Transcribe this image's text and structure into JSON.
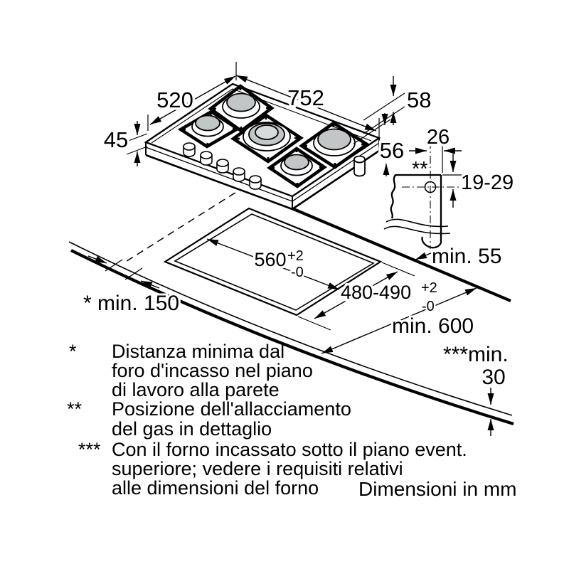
{
  "diagram": {
    "hob_dims": {
      "width": "752",
      "depth": "520",
      "height": "45",
      "edge_upper": "58",
      "edge_lower": "56"
    },
    "gas_detail": {
      "offset_x": "26",
      "offset_y": "19-29",
      "marker": "**"
    },
    "cutout": {
      "width": {
        "main": "560",
        "sup": "+2",
        "sub": "-0"
      },
      "depth": {
        "main": "480-490",
        "sup": "+2",
        "sub": "-0"
      }
    },
    "clearances": {
      "rear": "min. 55",
      "left": "* min. 150",
      "front": "min. 600",
      "oven_label": "***min.",
      "oven_value": "30"
    }
  },
  "footnotes": [
    {
      "marker": "*",
      "lines": [
        "Distanza minima dal",
        "foro d'incasso nel piano",
        "di lavoro alla parete"
      ]
    },
    {
      "marker": "**",
      "lines": [
        "Posizione dell'allacciamento",
        "del gas in dettaglio"
      ]
    },
    {
      "marker": "***",
      "lines": [
        "Con il forno incassato sotto il piano event.",
        "superiore; vedere i requisiti relativi",
        "alle dimensioni del forno"
      ]
    }
  ],
  "units_label": "Dimensioni in mm",
  "colors": {
    "ink": "#000000",
    "background": "#ffffff",
    "burner_cap": "#c2c6c6",
    "burner_cap_light": "#d8dbdb"
  }
}
